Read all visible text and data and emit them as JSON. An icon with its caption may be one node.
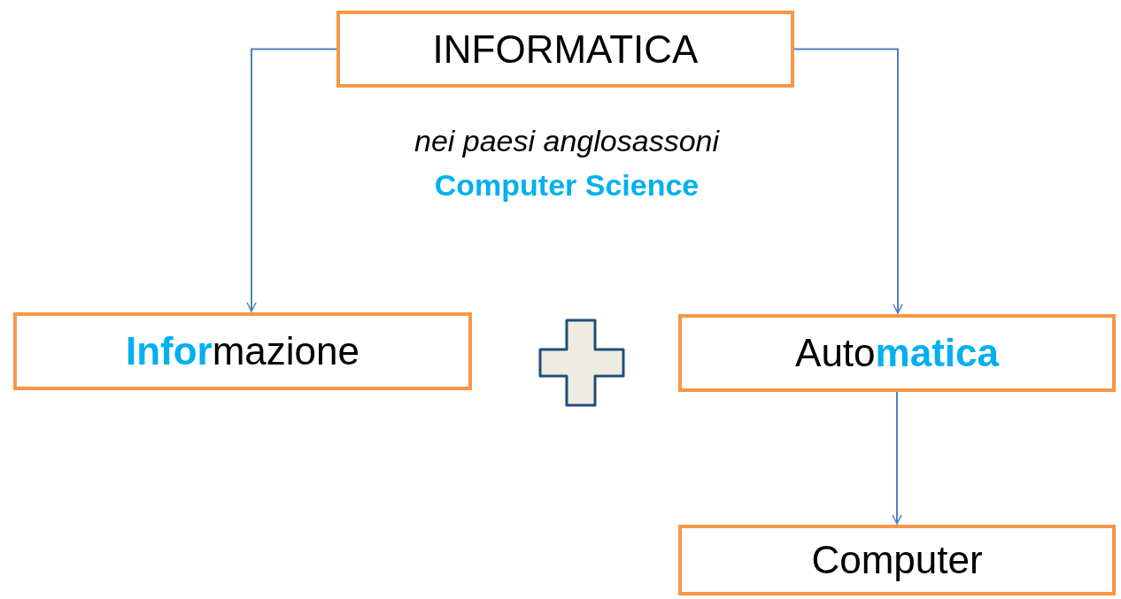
{
  "diagram": {
    "nodes": [
      {
        "text": [
          "INFORMATICA"
        ]
      },
      {
        "text": [
          "**Infor**mazione"
        ]
      },
      {
        "text": [
          "Auto**matica**"
        ]
      },
      {
        "text": [
          "Computer"
        ]
      }
    ],
    "edges": [
      {
        "from": 0,
        "to": 1,
        "arrow": "to"
      },
      {
        "from": 0,
        "to": 2,
        "arrow": "to"
      },
      {
        "from": 2,
        "to": 3,
        "arrow": "to"
      }
    ],
    "labels": [
      "nei paesi anglosassoni",
      "**Computer Science**"
    ]
  }
}
